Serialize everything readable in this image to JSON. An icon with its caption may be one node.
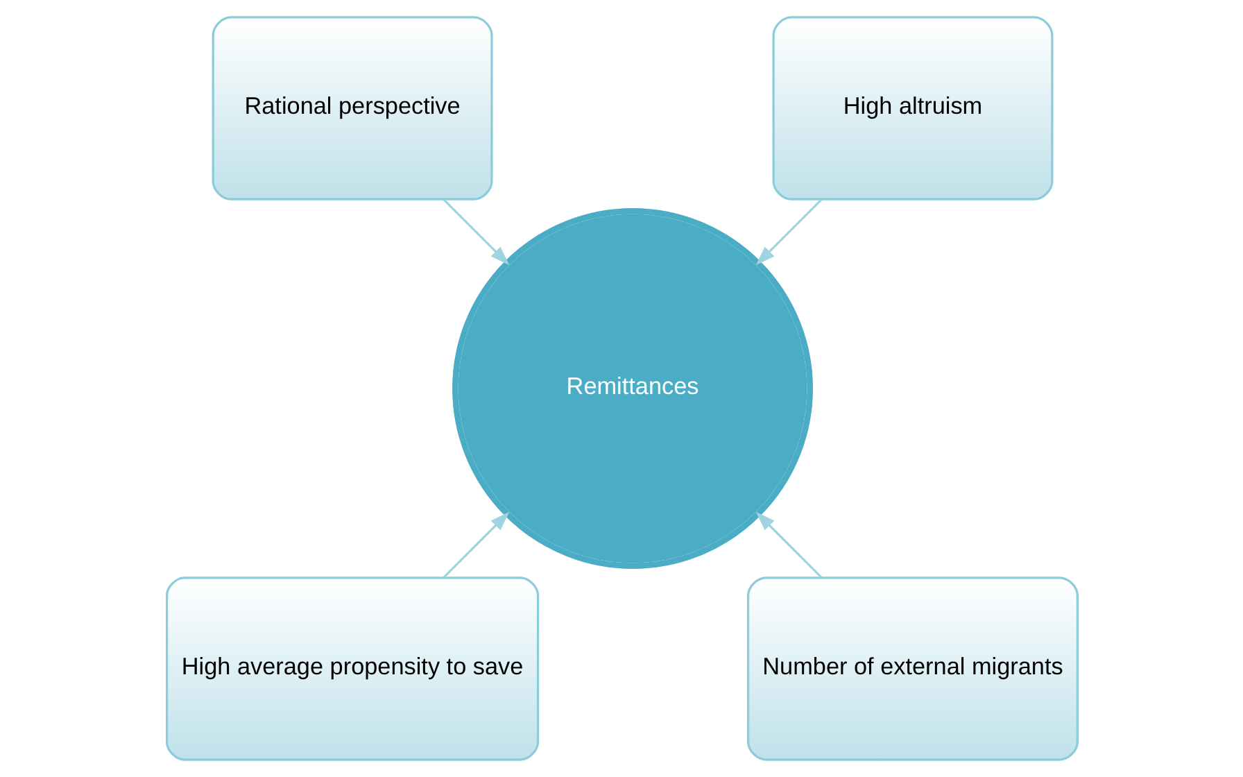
{
  "diagram": {
    "nodes": [
      {
        "text": [
          "High altruism"
        ]
      },
      {
        "text": [
          "Rational perspective"
        ]
      },
      {
        "text": [
          "Remittances"
        ]
      },
      {
        "text": [
          "High average propensity to save"
        ]
      },
      {
        "text": [
          "Number of external migrants"
        ]
      }
    ],
    "edges": [
      {
        "from": 0,
        "to": 2,
        "arrow": "to"
      },
      {
        "from": 1,
        "to": 2,
        "arrow": "to"
      },
      {
        "from": 3,
        "to": 2,
        "arrow": "to"
      },
      {
        "from": 4,
        "to": 2,
        "arrow": "to"
      }
    ]
  }
}
